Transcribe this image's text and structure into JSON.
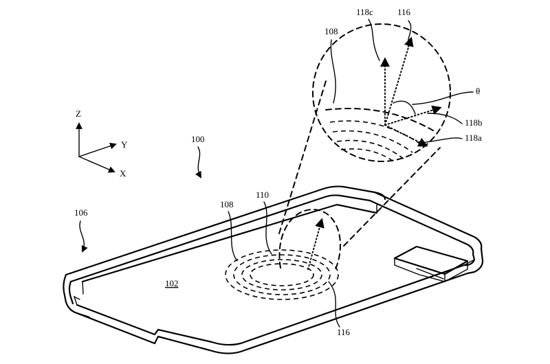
{
  "labels": {
    "axis_z": "Z",
    "axis_y": "Y",
    "axis_x": "X",
    "ref_100": "100",
    "ref_106": "106",
    "ref_102": "102",
    "ref_108_main": "108",
    "ref_110": "110",
    "ref_116_bottom": "116",
    "ref_108_inset": "108",
    "ref_118c": "118c",
    "ref_116_inset": "116",
    "theta": "θ",
    "ref_118b": "118b",
    "ref_118a": "118a"
  }
}
